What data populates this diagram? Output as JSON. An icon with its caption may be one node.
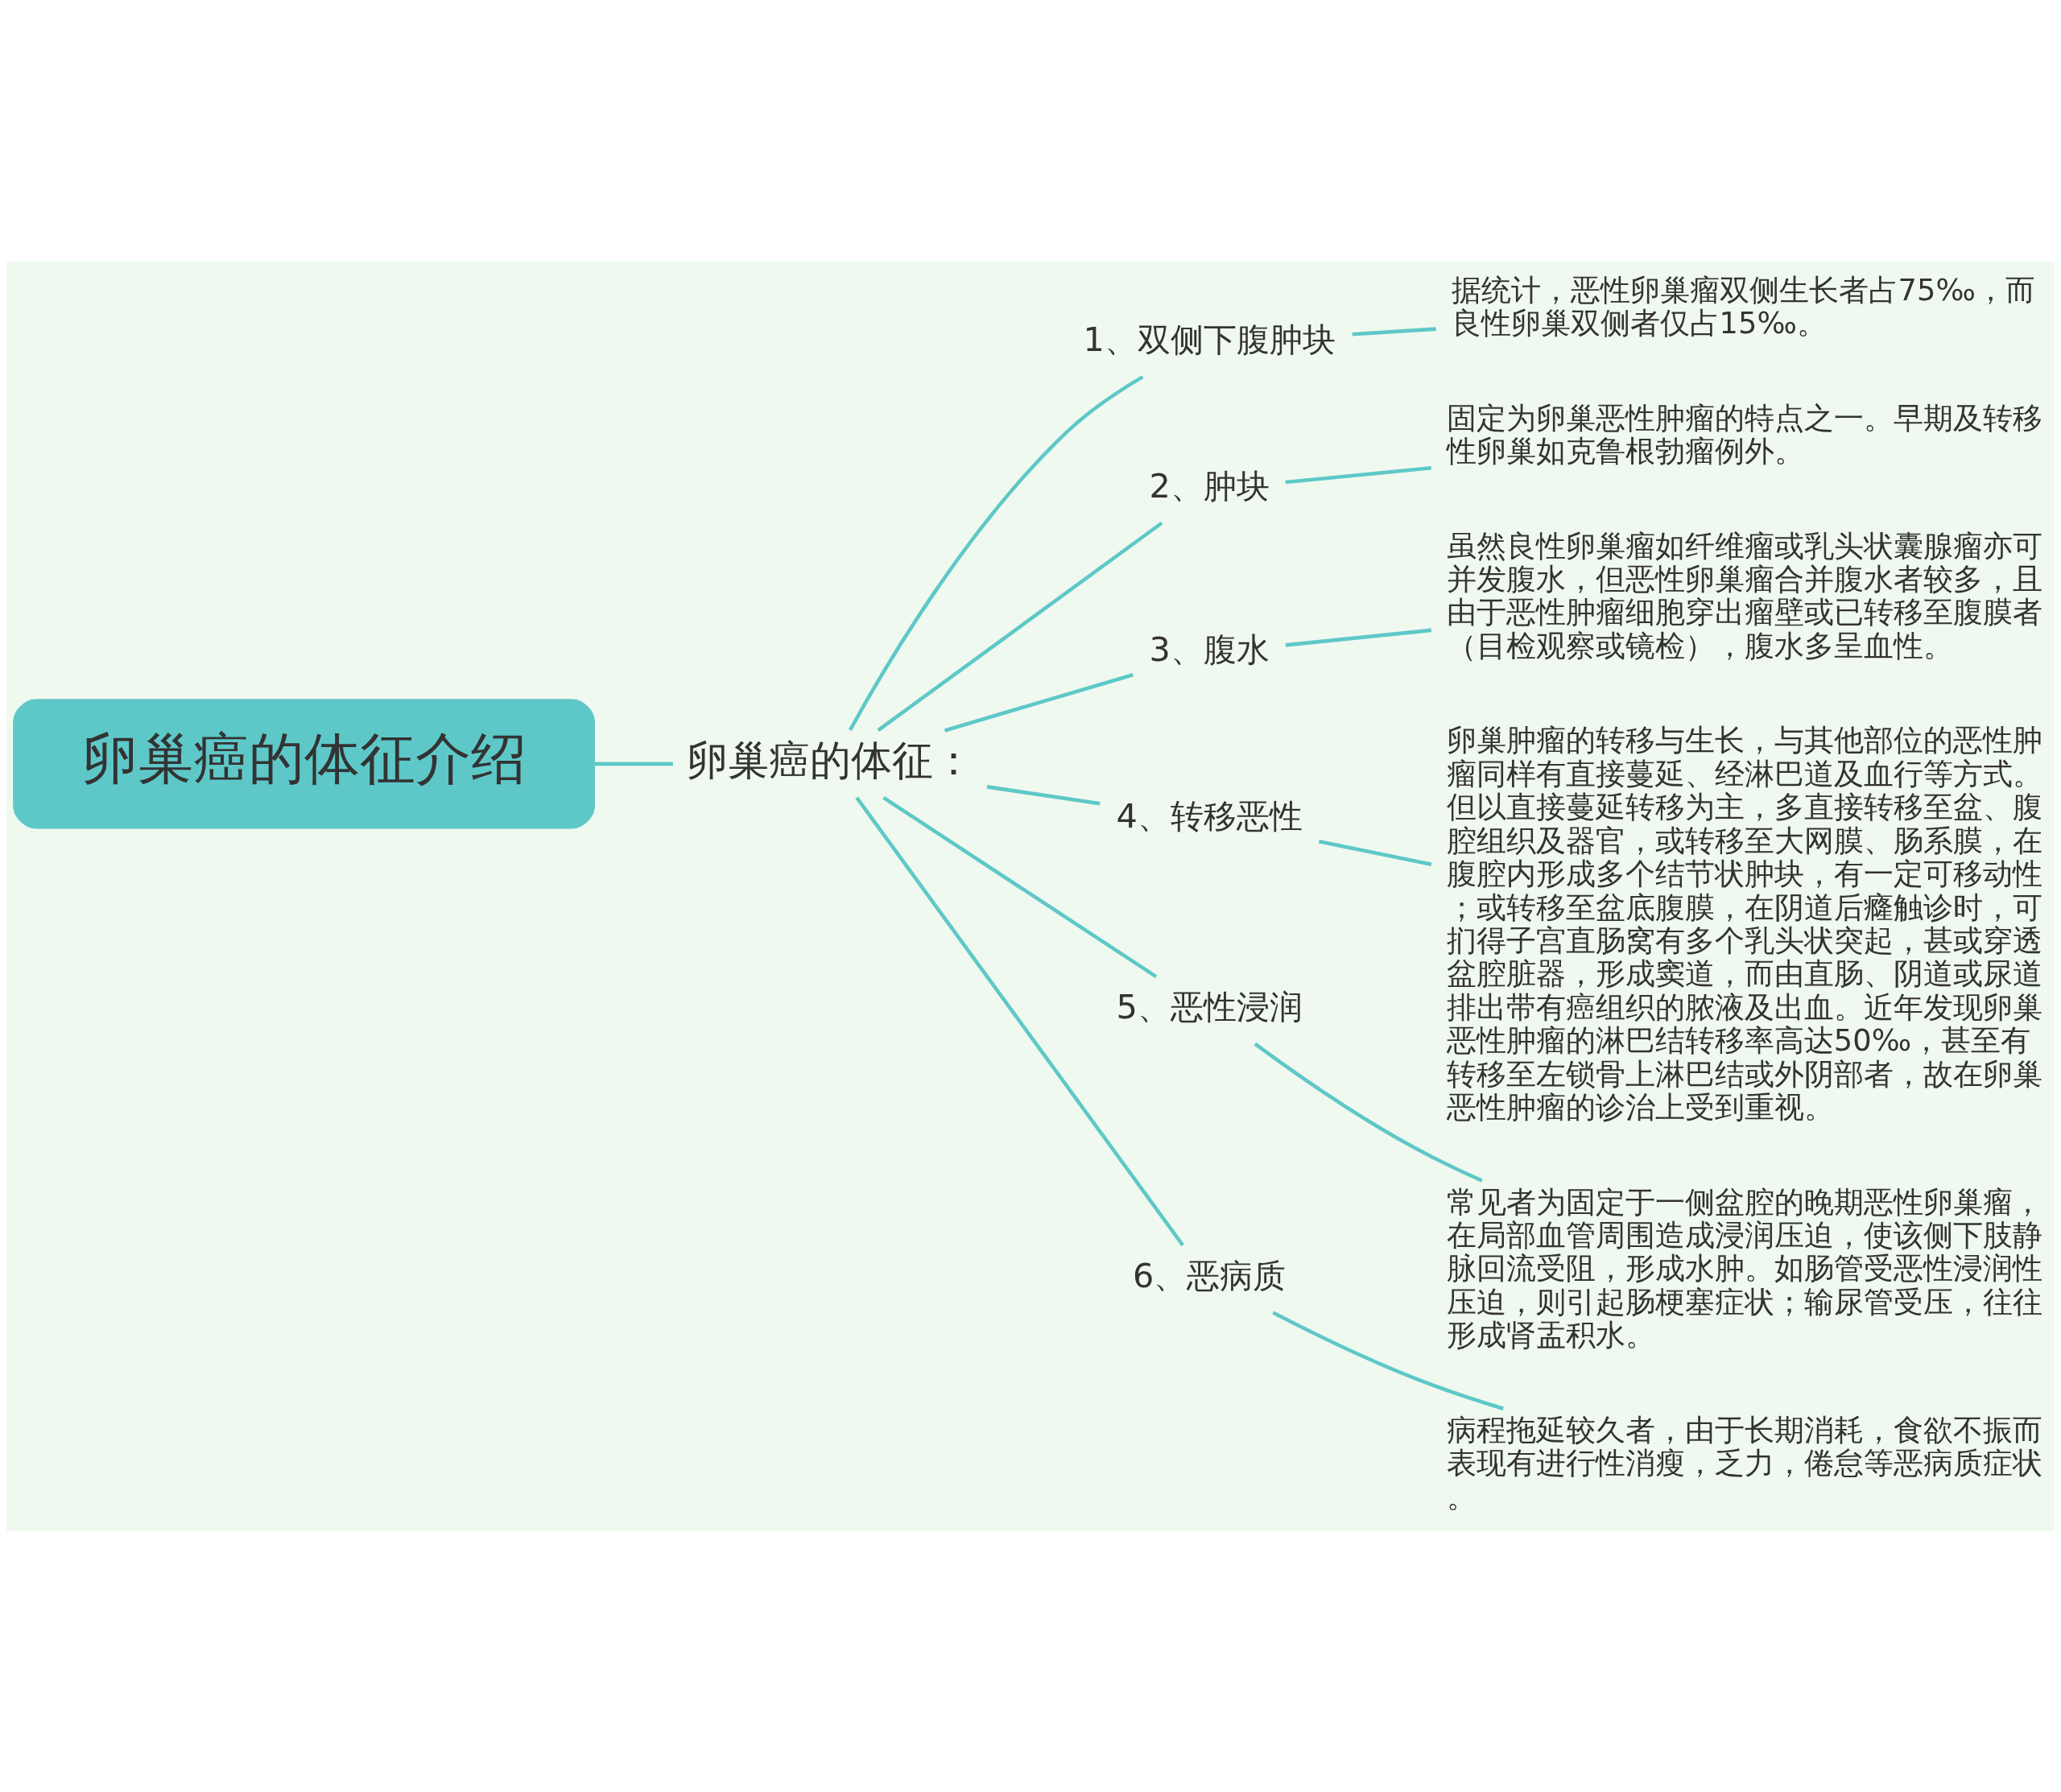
{
  "diagram": {
    "nodes": [
      {
        "text": [
          "卵巢癌的体征介绍"
        ]
      },
      {
        "text": [
          "卵巢癌的体征："
        ]
      },
      {
        "text": [
          "1、双侧下腹肿块"
        ]
      },
      {
        "text": [
          "2、肿块"
        ]
      },
      {
        "text": [
          "3、腹水"
        ]
      },
      {
        "text": [
          "4、转移恶性"
        ]
      },
      {
        "text": [
          "5、恶性浸润"
        ]
      },
      {
        "text": [
          "6、恶病质"
        ]
      },
      {
        "text": [
          "据统计，恶性卵巢瘤双侧生长者占75‰，而良性卵巢双侧者仅占15‰。"
        ]
      },
      {
        "text": [
          "固定为卵巢恶性肿瘤的特点之一。早期及转移性卵巢如克鲁根勃瘤例外。"
        ]
      },
      {
        "text": [
          "虽然良性卵巢瘤如纤维瘤或乳头状囊腺瘤亦可并发腹水，但恶性卵巢瘤合并腹水者较多，且由于恶性肿瘤细胞穿出瘤壁或已转移至腹膜者（目检观察或镜检），腹水多呈血性。"
        ]
      },
      {
        "text": [
          "卵巢肿瘤的转移与生长，与其他部位的恶性肿瘤同样有直接蔓延、经淋巴道及血行等方式。但以直接蔓延转移为主，多直接转移至盆、腹腔组织及器官，或转移至大网膜、肠系膜，在腹腔内形成多个结节状肿块，有一定可移动性；或转移至盆底腹膜，在阴道后癃触诊时，可扪得子宫直肠窝有多个乳头状突起，甚或穿透盆腔脏器，形成窦道，而由直肠、阴道或尿道排出带有癌组织的脓液及出血。近年发现卵巢恶性肿瘤的淋巴结转移率高达50‰，甚至有转移至左锁骨上淋巴结或外阴部者，故在卵巢恶性肿瘤的诊治上受到重视。"
        ]
      },
      {
        "text": [
          "常见者为固定于一侧盆腔的晚期恶性卵巢瘤，在局部血管周围造成浸润压迫，使该侧下肢静脉回流受阻，形成水肿。如肠管受恶性浸润性压迫，则引起肠梗塞症状；输尿管受压，往往形成肾盂积水。"
        ]
      },
      {
        "text": [
          "病程拖延较久者，由于长期消耗，食欲不振而表现有进行性消瘦，乏力，倦怠等恶病质症状。"
        ]
      }
    ],
    "edges": [
      {
        "from": 0,
        "to": 1,
        "arrow": "none"
      },
      {
        "from": 1,
        "to": 2,
        "arrow": "none"
      },
      {
        "from": 1,
        "to": 3,
        "arrow": "none"
      },
      {
        "from": 1,
        "to": 4,
        "arrow": "none"
      },
      {
        "from": 1,
        "to": 5,
        "arrow": "none"
      },
      {
        "from": 1,
        "to": 6,
        "arrow": "none"
      },
      {
        "from": 1,
        "to": 7,
        "arrow": "none"
      },
      {
        "from": 2,
        "to": 8,
        "arrow": "none"
      },
      {
        "from": 3,
        "to": 9,
        "arrow": "none"
      },
      {
        "from": 4,
        "to": 10,
        "arrow": "none"
      },
      {
        "from": 5,
        "to": 11,
        "arrow": "none"
      },
      {
        "from": 6,
        "to": 12,
        "arrow": "none"
      },
      {
        "from": 7,
        "to": 13,
        "arrow": "none"
      }
    ]
  }
}
